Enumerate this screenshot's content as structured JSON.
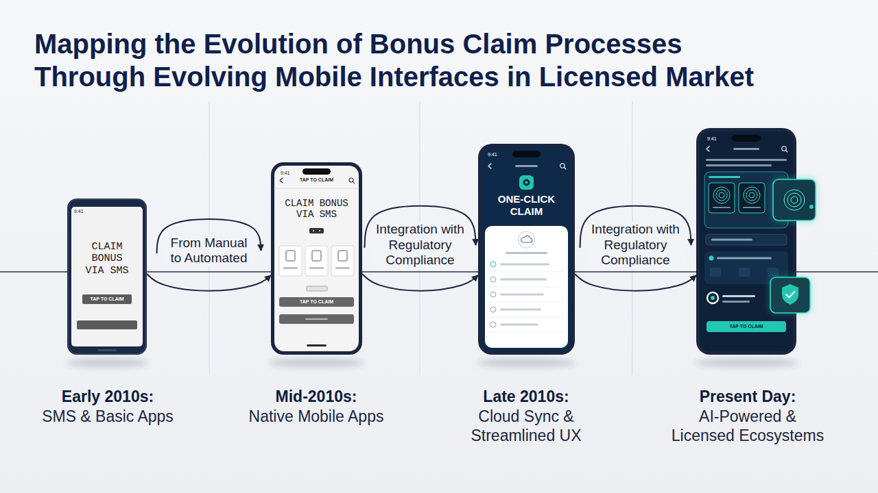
{
  "diagram": {
    "title": "Mapping the Evolution of Bonus Claim Processes Through Evolving Mobile Interfaces in Licensed Market",
    "nodes": [
      {
        "text": [
          "9:41",
          "CLAIM BONUS VIA SMS"
        ]
      },
      {
        "text": [
          "TAP TO CLAIM"
        ],
        "in": 0
      },
      {
        "text": [
          "9:41",
          "TAP TO CLAIM",
          "CLAIM BONUS VIA SMS"
        ]
      },
      {
        "text": [
          "TAP TO CLAIM"
        ],
        "in": 2
      },
      {
        "text": [
          "9:41",
          "ONE-CLICK CLAIM"
        ]
      },
      {
        "text": [
          "9:41"
        ]
      },
      {
        "text": [
          "TAP TO CLAIM"
        ],
        "in": 5
      }
    ],
    "edges": [
      {
        "from": 0,
        "to": 2,
        "arrow": "to",
        "label": "From Manual to Automated"
      },
      {
        "from": 2,
        "to": 4,
        "arrow": "to",
        "label": "Integration with Regulatory Compliance"
      },
      {
        "from": 4,
        "to": 5,
        "arrow": "to",
        "label": "Integration with Regulatory Compliance"
      }
    ],
    "labels": [
      "Early 2010s:",
      "SMS & Basic Apps",
      "Mid-2010s:",
      "Native Mobile Apps",
      "Late 2010s:",
      "Cloud Sync & Streamlined UX",
      "Present Day:",
      "AI-Powered & Licensed Ecosystems"
    ]
  }
}
